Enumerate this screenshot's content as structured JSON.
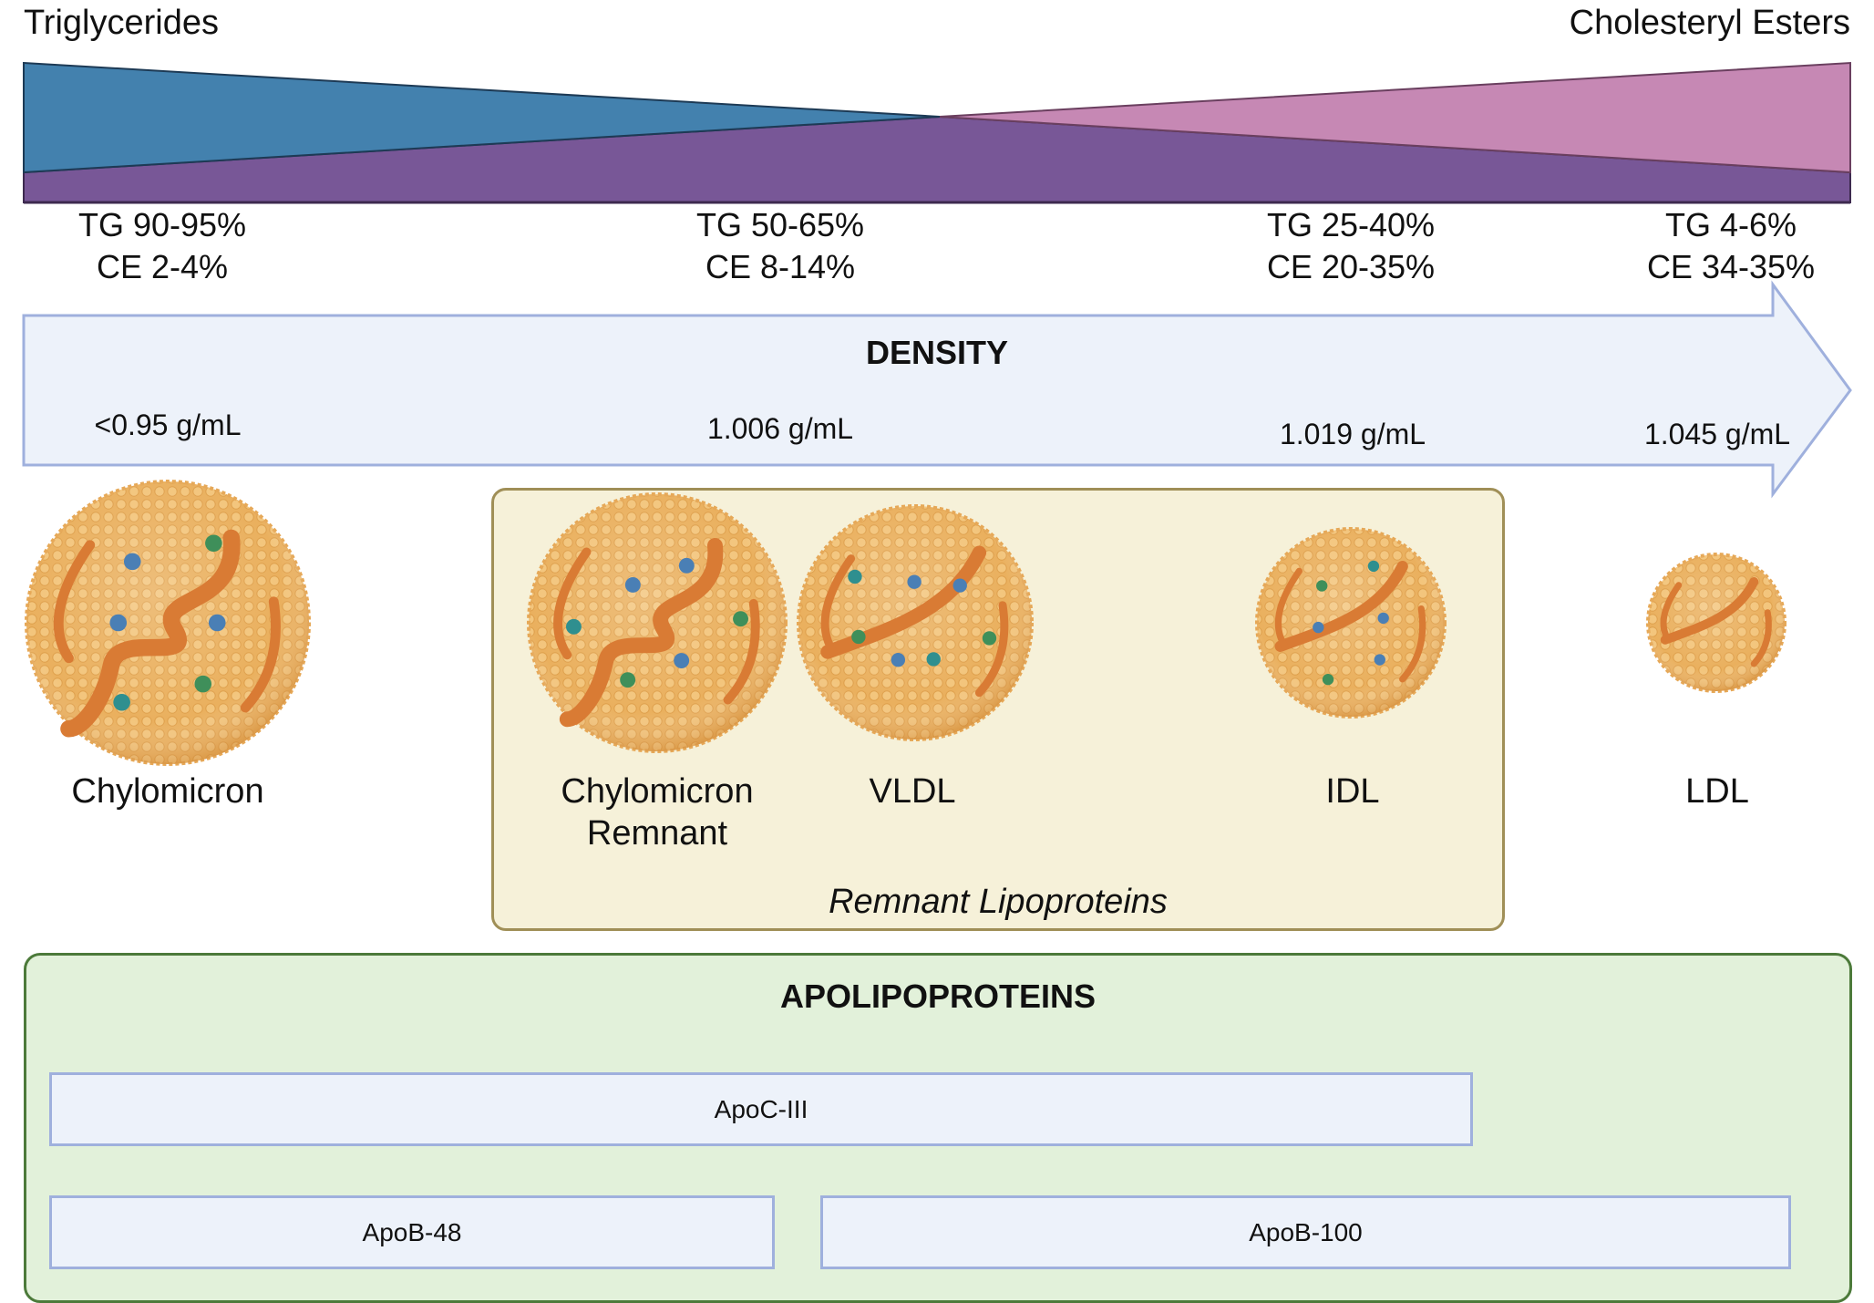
{
  "composition": {
    "left_header": "Triglycerides",
    "right_header": "Cholesteryl Esters",
    "colors": {
      "triglycerides": "#4381ae",
      "overlap": "#785797",
      "cholesteryl_esters": "#c688b4"
    },
    "stages": [
      {
        "tg": "TG 90-95%",
        "ce": "CE 2-4%"
      },
      {
        "tg": "TG 50-65%",
        "ce": "CE 8-14%"
      },
      {
        "tg": "TG 25-40%",
        "ce": "CE 20-35%"
      },
      {
        "tg": "TG 4-6%",
        "ce": "CE 34-35%"
      }
    ]
  },
  "density": {
    "title": "DENSITY",
    "values": [
      "<0.95 g/mL",
      "1.006 g/mL",
      "1.019 g/mL",
      "1.045 g/mL"
    ]
  },
  "particles": [
    {
      "name": "Chylomicron",
      "line2": ""
    },
    {
      "name": "Chylomicron",
      "line2": "Remnant"
    },
    {
      "name": "VLDL",
      "line2": ""
    },
    {
      "name": "IDL",
      "line2": ""
    },
    {
      "name": "LDL",
      "line2": ""
    }
  ],
  "remnant_group": {
    "caption": "Remnant Lipoproteins"
  },
  "apolipoproteins": {
    "title": "APOLIPOPROTEINS",
    "items": [
      "ApoC-III",
      "ApoB-48",
      "ApoB-100"
    ]
  }
}
